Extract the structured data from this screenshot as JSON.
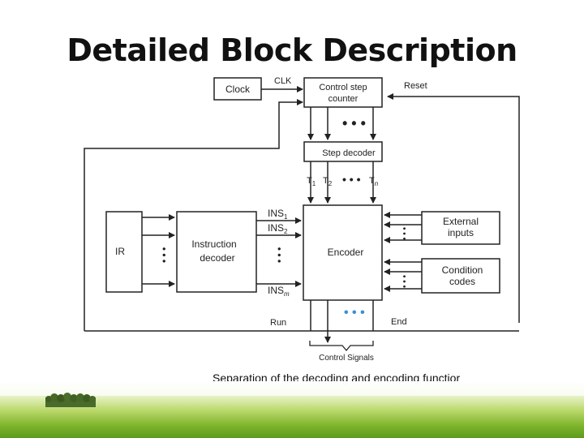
{
  "title": "Detailed Block Description",
  "caption": "Separation of the decoding and encoding functior",
  "blocks": {
    "clock": "Clock",
    "counter_line1": "Control step",
    "counter_line2": "counter",
    "step_decoder": "Step decoder",
    "ir": "IR",
    "instr_line1": "Instruction",
    "instr_line2": "decoder",
    "encoder": "Encoder",
    "ext_line1": "External",
    "ext_line2": "inputs",
    "cond_line1": "Condition",
    "cond_line2": "codes"
  },
  "labels": {
    "clk": "CLK",
    "reset": "Reset",
    "t1": "T",
    "t1_sub": "1",
    "t2": "T",
    "t2_sub": "2",
    "tn": "T",
    "tn_sub": "n",
    "ins1": "INS",
    "ins1_sub": "1",
    "ins2": "INS",
    "ins2_sub": "2",
    "insm": "INS",
    "insm_sub": "m",
    "run": "Run",
    "end": "End",
    "control_signals": "Control Signals"
  },
  "colors": {
    "ellipsis_accent": "#3a8fd6",
    "line": "#222222"
  }
}
